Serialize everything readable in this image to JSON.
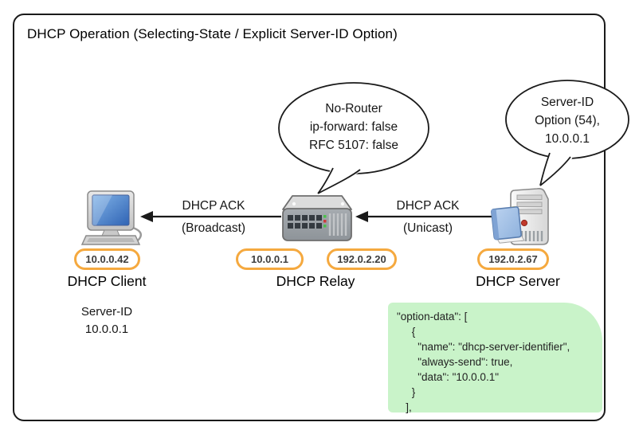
{
  "title": "DHCP Operation (Selecting-State / Explicit Server-ID Option)",
  "colors": {
    "frame_border": "#1a1a1a",
    "pill_border": "#F5A93F",
    "code_block_bg": "#C9F3C9",
    "arrow": "#1a1a1a",
    "screen_blue": "#3f74c2",
    "led_red": "#cc3b3b",
    "led_green": "#4cc04c"
  },
  "bubbles": {
    "relay": {
      "lines": [
        "No-Router",
        "ip-forward: false",
        "RFC 5107: false"
      ]
    },
    "server": {
      "lines": [
        "Server-ID",
        "Option (54),",
        "10.0.0.1"
      ]
    }
  },
  "nodes": {
    "client": {
      "label": "DHCP Client",
      "ip": "10.0.0.42",
      "icon": "desktop-computer-icon",
      "note_lines": [
        "Server-ID",
        "10.0.0.1"
      ]
    },
    "relay": {
      "label": "DHCP Relay",
      "ips": [
        "10.0.0.1",
        "192.0.2.20"
      ],
      "icon": "network-switch-icon"
    },
    "server": {
      "label": "DHCP Server",
      "ip": "192.0.2.67",
      "icon": "server-tower-icon"
    }
  },
  "messages": {
    "relay_to_client": {
      "title": "DHCP ACK",
      "subtitle": "(Broadcast)"
    },
    "server_to_relay": {
      "title": "DHCP ACK",
      "subtitle": "(Unicast)"
    }
  },
  "code_block": {
    "text": "\"option-data\": [\n     {\n       \"name\": \"dhcp-server-identifier\",\n       \"always-send\": true,\n       \"data\": \"10.0.0.1\"\n     }\n   ],"
  }
}
